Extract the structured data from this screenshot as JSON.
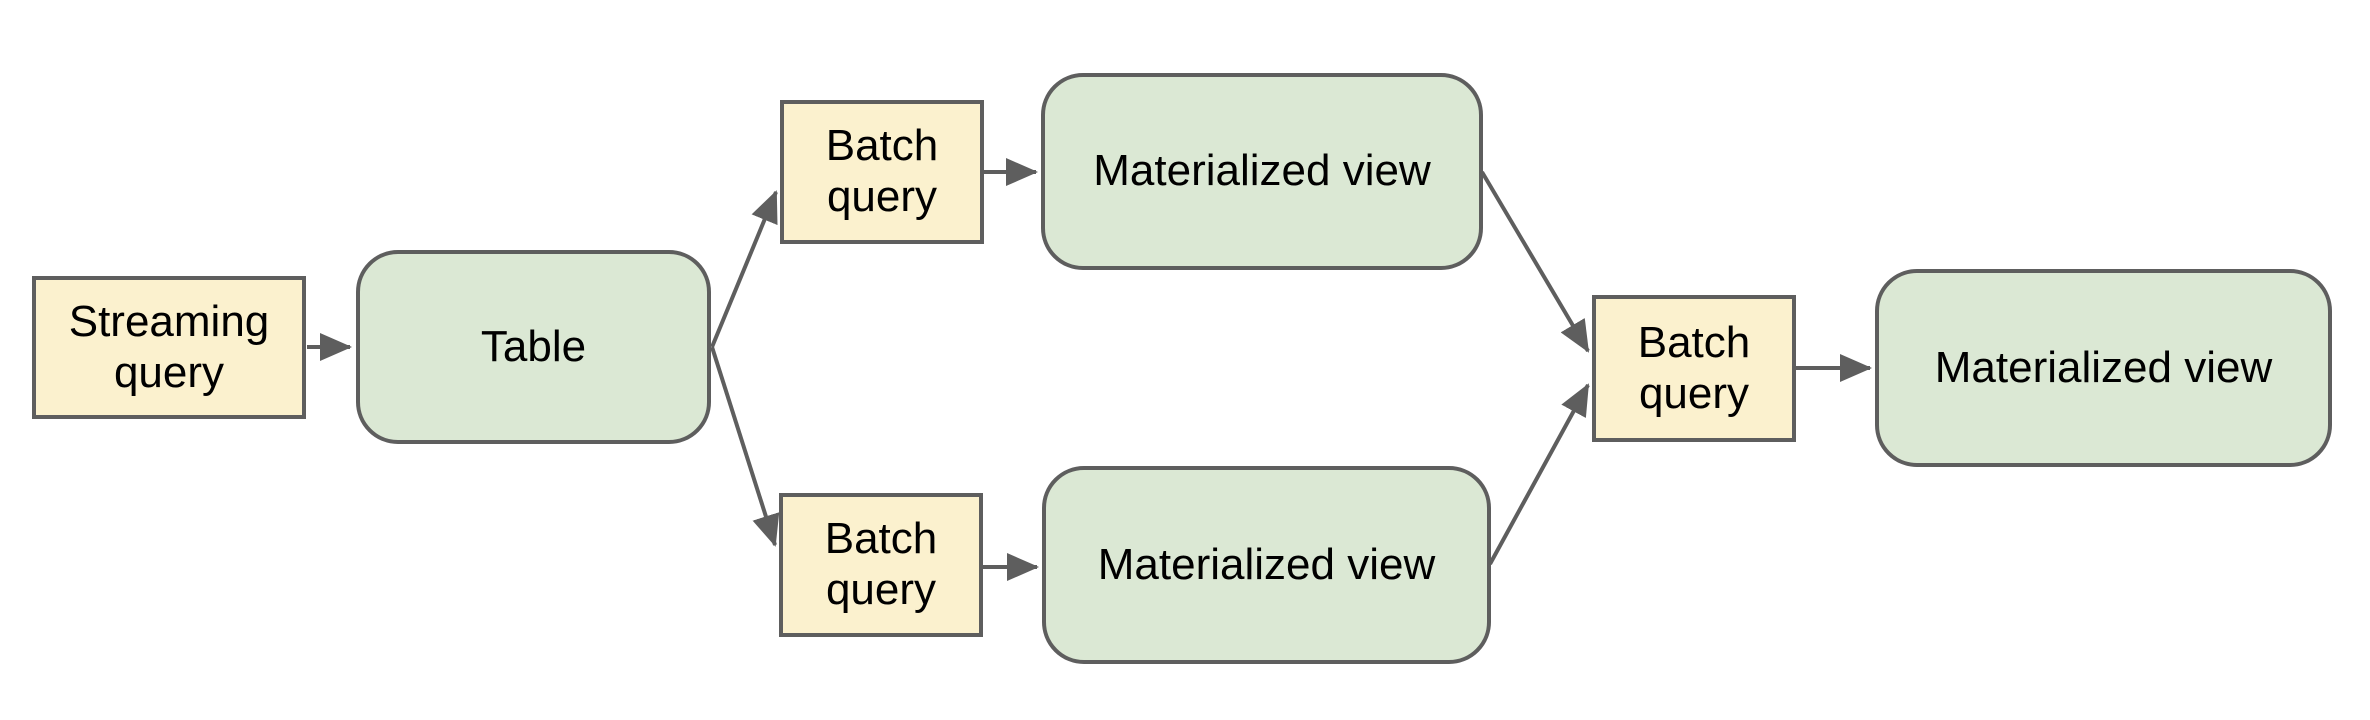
{
  "diagram": {
    "background": "#ffffff",
    "stroke_color": "#5e5e5e",
    "query_fill": "#fbf1ce",
    "artifact_fill": "#dbe8d4",
    "text_color": "#000000"
  },
  "nodes": [
    {
      "id": "streaming-query",
      "label": "Streaming\nquery",
      "kind": "query"
    },
    {
      "id": "table",
      "label": "Table",
      "kind": "artifact"
    },
    {
      "id": "batch-query-top",
      "label": "Batch\nquery",
      "kind": "query"
    },
    {
      "id": "materialized-view-top",
      "label": "Materialized view",
      "kind": "artifact"
    },
    {
      "id": "batch-query-bottom",
      "label": "Batch\nquery",
      "kind": "query"
    },
    {
      "id": "materialized-view-bottom",
      "label": "Materialized view",
      "kind": "artifact"
    },
    {
      "id": "batch-query-right",
      "label": "Batch\nquery",
      "kind": "query"
    },
    {
      "id": "materialized-view-right",
      "label": "Materialized view",
      "kind": "artifact"
    }
  ],
  "edges": [
    {
      "from": "streaming-query",
      "to": "table"
    },
    {
      "from": "table",
      "to": "batch-query-top"
    },
    {
      "from": "table",
      "to": "batch-query-bottom"
    },
    {
      "from": "batch-query-top",
      "to": "materialized-view-top"
    },
    {
      "from": "batch-query-bottom",
      "to": "materialized-view-bottom"
    },
    {
      "from": "materialized-view-top",
      "to": "batch-query-right"
    },
    {
      "from": "materialized-view-bottom",
      "to": "batch-query-right"
    },
    {
      "from": "batch-query-right",
      "to": "materialized-view-right"
    }
  ]
}
